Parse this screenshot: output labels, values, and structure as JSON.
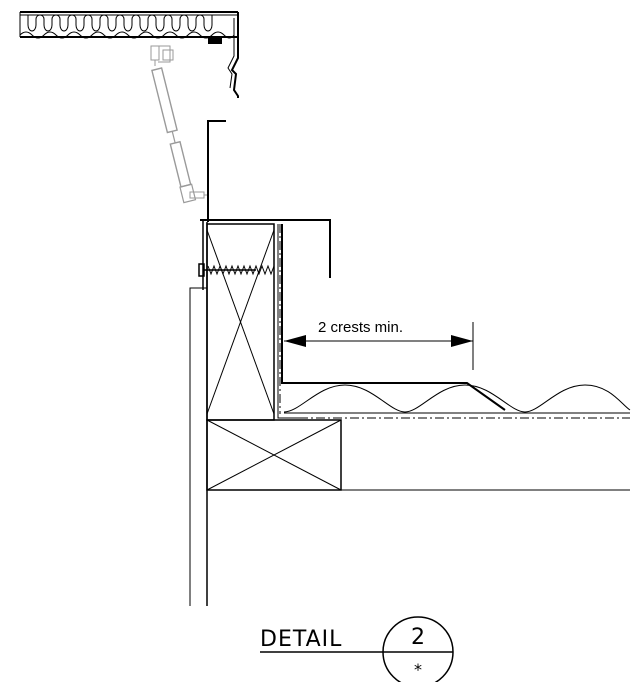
{
  "dimension": {
    "text": "2 crests min."
  },
  "detail_tag": {
    "title": "DETAIL",
    "number": "2",
    "reference": "*"
  }
}
